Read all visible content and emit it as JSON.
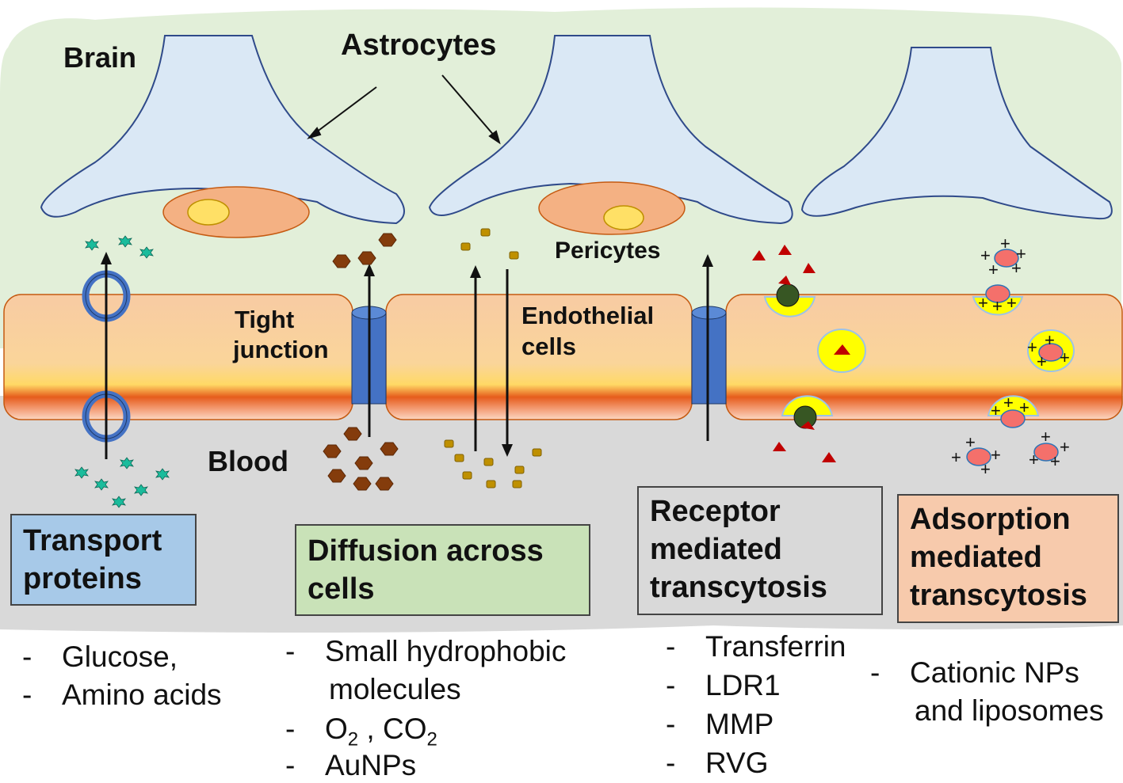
{
  "labels": {
    "brain": "Brain",
    "astrocytes": "Astrocytes",
    "pericytes": "Pericytes",
    "tight_junction_1": "Tight",
    "tight_junction_2": "junction",
    "endothelial_1": "Endothelial",
    "endothelial_2": "cells",
    "blood": "Blood"
  },
  "mechanisms": [
    {
      "line1": "Transport",
      "line2": "proteins",
      "line3": "",
      "color": "#a7c9e8"
    },
    {
      "line1": "Diffusion across",
      "line2": "cells",
      "line3": "",
      "color": "#c9e2b8"
    },
    {
      "line1": "Receptor",
      "line2": "mediated",
      "line3": "transcytosis",
      "color": "#d9d9d9"
    },
    {
      "line1": "Adsorption",
      "line2": "mediated",
      "line3": "transcytosis",
      "color": "#f7caac"
    }
  ],
  "examples": {
    "transport": [
      "Glucose,",
      "Amino acids"
    ],
    "diffusion": [
      "Small hydrophobic",
      "molecules",
      "O",
      "2",
      " , CO",
      "2",
      "AuNPs"
    ],
    "receptor": [
      "Transferrin",
      "LDR1",
      "MMP",
      "RVG"
    ],
    "adsorption": [
      "Cationic NPs",
      "and liposomes"
    ]
  },
  "bullet_char": "-",
  "colors": {
    "brain_bg": "#e2efd9",
    "blood_bg": "#d9d9d9",
    "astrocyte_fill": "#dae8f5",
    "astrocyte_stroke": "#2f4a8a",
    "endothelial_fill": "#f7c89b",
    "pericyte_fill": "#f4b183",
    "nucleus_fill": "#ffe066",
    "junction_fill": "#4472c4",
    "transporter_ring": "#4472c4",
    "glucose_particle": "#1abc9c",
    "hydrophobic_particle": "#843c0c",
    "small_molecule": "#bf9000",
    "ligand": "#c00000",
    "receptor": "#375623",
    "vesicle": "#ffff00",
    "cationic_np": "#f4706b"
  }
}
